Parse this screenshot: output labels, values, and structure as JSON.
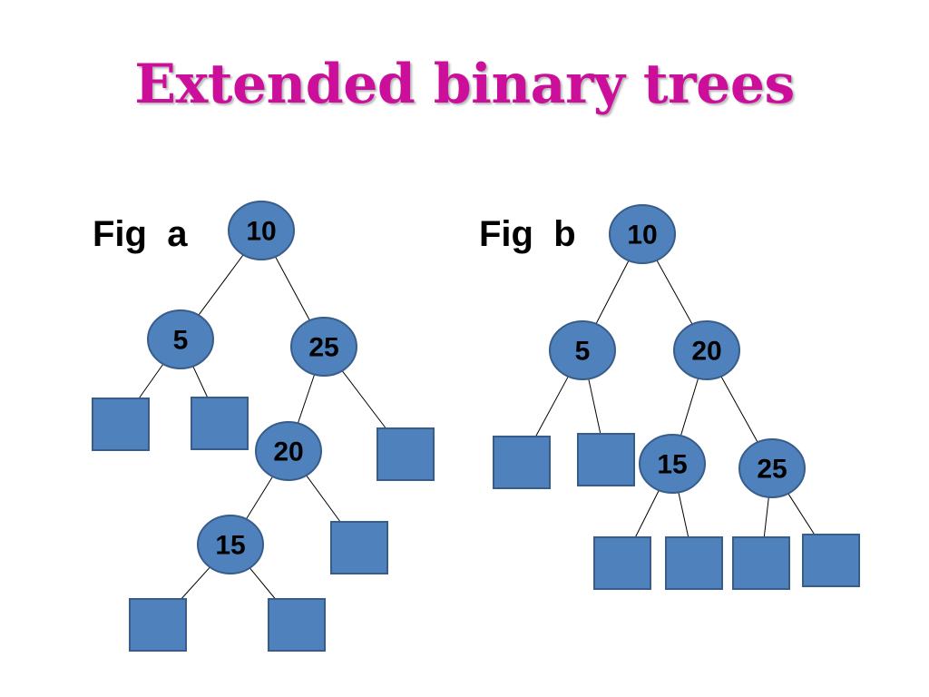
{
  "title": "Extended binary trees",
  "colors": {
    "title": "#cc0f9a",
    "node_fill": "#4f81bd",
    "node_stroke": "#385d8a",
    "edge": "#000000"
  },
  "figures": [
    {
      "id": "fig-a",
      "label": "Fig  a",
      "internal_nodes": [
        {
          "id": "a10",
          "value": "10"
        },
        {
          "id": "a5",
          "value": "5"
        },
        {
          "id": "a25",
          "value": "25"
        },
        {
          "id": "a20",
          "value": "20"
        },
        {
          "id": "a15",
          "value": "15"
        }
      ],
      "external_nodes": [
        "a5L",
        "a5R",
        "a25R",
        "a20R",
        "a15L",
        "a15R"
      ],
      "edges": [
        [
          "a10",
          "a5"
        ],
        [
          "a10",
          "a25"
        ],
        [
          "a5",
          "a5L"
        ],
        [
          "a5",
          "a5R"
        ],
        [
          "a25",
          "a20"
        ],
        [
          "a25",
          "a25R"
        ],
        [
          "a20",
          "a15"
        ],
        [
          "a20",
          "a20R"
        ],
        [
          "a15",
          "a15L"
        ],
        [
          "a15",
          "a15R"
        ]
      ]
    },
    {
      "id": "fig-b",
      "label": "Fig  b",
      "internal_nodes": [
        {
          "id": "b10",
          "value": "10"
        },
        {
          "id": "b5",
          "value": "5"
        },
        {
          "id": "b20",
          "value": "20"
        },
        {
          "id": "b15",
          "value": "15"
        },
        {
          "id": "b25",
          "value": "25"
        }
      ],
      "external_nodes": [
        "b5L",
        "b5R",
        "b15L",
        "b15R",
        "b25L",
        "b25R"
      ],
      "edges": [
        [
          "b10",
          "b5"
        ],
        [
          "b10",
          "b20"
        ],
        [
          "b5",
          "b5L"
        ],
        [
          "b5",
          "b5R"
        ],
        [
          "b20",
          "b15"
        ],
        [
          "b20",
          "b25"
        ],
        [
          "b15",
          "b15L"
        ],
        [
          "b15",
          "b15R"
        ],
        [
          "b25",
          "b25L"
        ],
        [
          "b25",
          "b25R"
        ]
      ]
    }
  ]
}
